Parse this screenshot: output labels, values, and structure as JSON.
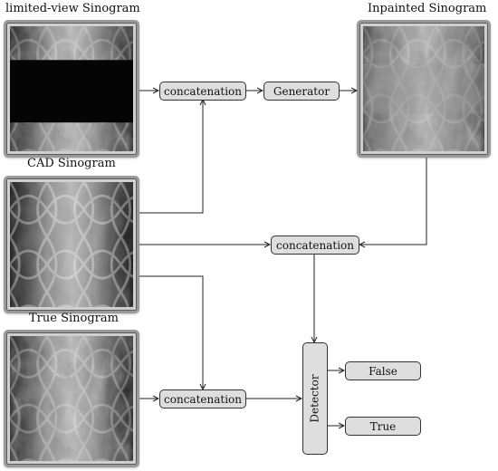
{
  "labels": {
    "limited_view": "limited-view Sinogram",
    "inpainted": "Inpainted Sinogram",
    "cad": "CAD Sinogram",
    "true_sino": "True Sinogram"
  },
  "nodes": {
    "concat1": "concatenation",
    "generator": "Generator",
    "concat2": "concatenation",
    "concat3": "concatenation",
    "detector": "Detector",
    "false_out": "False",
    "true_out": "True"
  }
}
